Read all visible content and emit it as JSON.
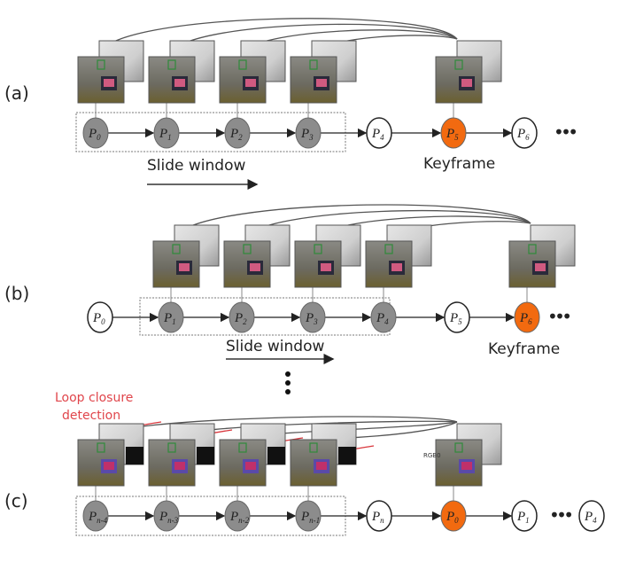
{
  "colors": {
    "keyframe": "#f26a10",
    "window_node": "#8c8c8c",
    "loop_arc": "#d9373d",
    "arc": "#555555"
  },
  "panels": [
    {
      "label": "(a)",
      "nodes": [
        {
          "text": "P",
          "sub": "0",
          "kind": "window"
        },
        {
          "text": "P",
          "sub": "1",
          "kind": "window"
        },
        {
          "text": "P",
          "sub": "2",
          "kind": "window"
        },
        {
          "text": "P",
          "sub": "3",
          "kind": "window"
        },
        {
          "text": "P",
          "sub": "4",
          "kind": "plain"
        },
        {
          "text": "P",
          "sub": "5",
          "kind": "keyframe"
        },
        {
          "text": "P",
          "sub": "6",
          "kind": "plain"
        }
      ],
      "trailing": "•••",
      "window_label": "Slide window",
      "keyframe_label": "Keyframe"
    },
    {
      "label": "(b)",
      "nodes": [
        {
          "text": "P",
          "sub": "0",
          "kind": "plain"
        },
        {
          "text": "P",
          "sub": "1",
          "kind": "window"
        },
        {
          "text": "P",
          "sub": "2",
          "kind": "window"
        },
        {
          "text": "P",
          "sub": "3",
          "kind": "window"
        },
        {
          "text": "P",
          "sub": "4",
          "kind": "window"
        },
        {
          "text": "P",
          "sub": "5",
          "kind": "plain"
        },
        {
          "text": "P",
          "sub": "6",
          "kind": "keyframe"
        }
      ],
      "trailing": "•••",
      "window_label": "Slide window",
      "keyframe_label": "Keyframe"
    },
    {
      "label": "(c)",
      "nodes": [
        {
          "text": "P",
          "sub": "n-4",
          "kind": "window"
        },
        {
          "text": "P",
          "sub": "n-3",
          "kind": "window"
        },
        {
          "text": "P",
          "sub": "n-2",
          "kind": "window"
        },
        {
          "text": "P",
          "sub": "n-1",
          "kind": "window"
        },
        {
          "text": "P",
          "sub": "n",
          "kind": "plain"
        },
        {
          "text": "P",
          "sub": "0",
          "kind": "keyframe"
        },
        {
          "text": "P",
          "sub": "1",
          "kind": "plain"
        }
      ],
      "trailing": "•••",
      "extra_node": {
        "text": "P",
        "sub": "4"
      },
      "loop_label_1": "Loop closure",
      "loop_label_2": "detection",
      "image_tag": "RGB0"
    }
  ],
  "vertical_ellipsis": "⋮"
}
